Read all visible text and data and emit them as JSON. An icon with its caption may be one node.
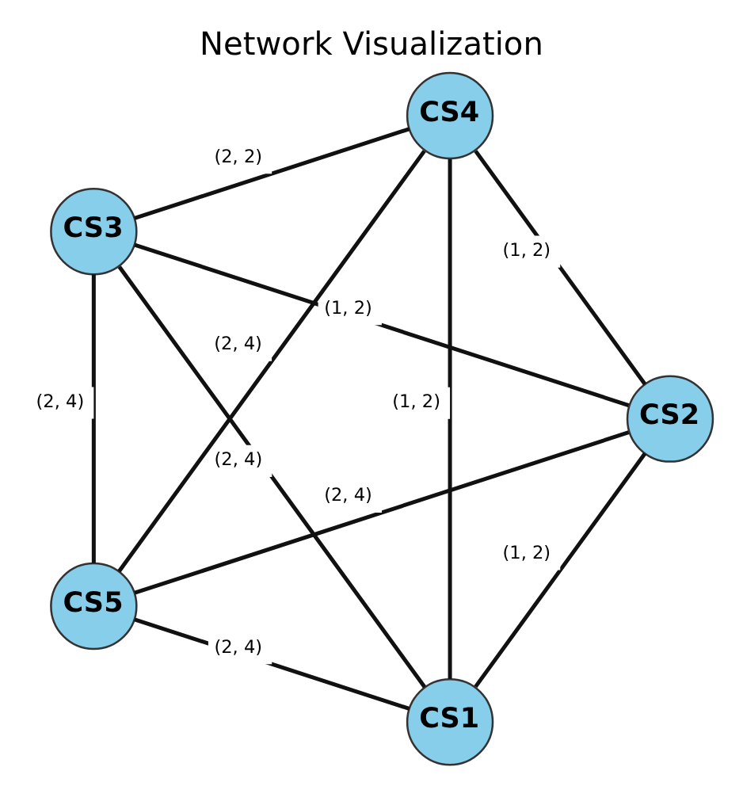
{
  "diagram": {
    "title": "Network Visualization",
    "nodes": [
      {
        "text": [
          "CS1"
        ]
      },
      {
        "text": [
          "CS2"
        ]
      },
      {
        "text": [
          "CS3"
        ]
      },
      {
        "text": [
          "CS4"
        ]
      },
      {
        "text": [
          "CS5"
        ]
      }
    ],
    "edges": [
      {
        "from": 1,
        "to": 2,
        "arrow": "none",
        "label": "(1, 2)"
      },
      {
        "from": 1,
        "to": 0,
        "arrow": "none",
        "label": "(1, 2)"
      },
      {
        "from": 2,
        "to": 0,
        "arrow": "none",
        "label": "(2, 4)"
      },
      {
        "from": 1,
        "to": 3,
        "arrow": "none",
        "label": "(1, 2)"
      },
      {
        "from": 1,
        "to": 4,
        "arrow": "none",
        "label": "(2, 4)"
      },
      {
        "from": 2,
        "to": 3,
        "arrow": "none",
        "label": "(2, 2)"
      },
      {
        "from": 2,
        "to": 4,
        "arrow": "none",
        "label": "(2, 4)"
      },
      {
        "from": 3,
        "to": 0,
        "arrow": "none",
        "label": "(1, 2)"
      },
      {
        "from": 0,
        "to": 4,
        "arrow": "none",
        "label": "(2, 4)"
      },
      {
        "from": 3,
        "to": 4,
        "arrow": "none",
        "label": "(2, 4)"
      }
    ]
  }
}
